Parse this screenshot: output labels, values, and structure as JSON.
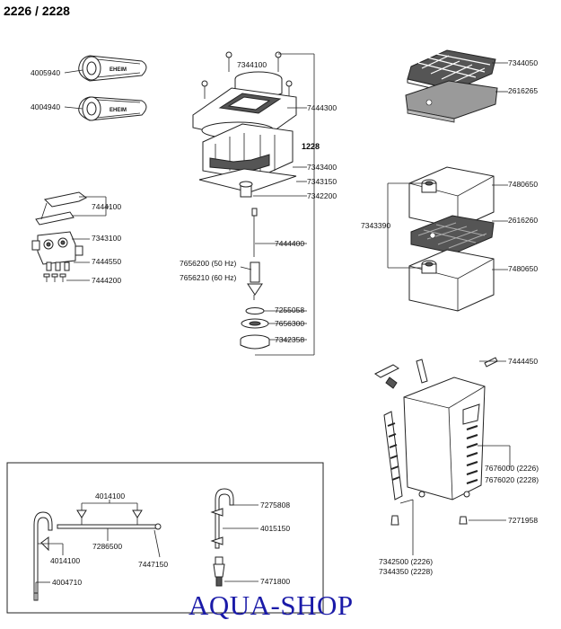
{
  "title": "2226 / 2228",
  "brand": {
    "text": "AQUA-SHOP"
  },
  "parts": {
    "p4005940": "4005940",
    "p4004940": "4004940",
    "p7344100": "7344100",
    "p7444300": "7444300",
    "p1228": "1228",
    "p7343400": "7343400",
    "p7343150": "7343150",
    "p7342200": "7342200",
    "p7444400": "7444400",
    "p7656200": "7656200 (50 Hz)",
    "p7656210": "7656210 (60 Hz)",
    "p7255058": "7255058",
    "p7656300": "7656300",
    "p7342358": "7342358",
    "p7444100": "7444100",
    "p7343100": "7343100",
    "p7444550": "7444550",
    "p7444200": "7444200",
    "p7344050": "7344050",
    "p2616265": "2616265",
    "p7480650a": "7480650",
    "p7343390": "7343390",
    "p2616260": "2616260",
    "p7480650b": "7480650",
    "p7444450": "7444450",
    "p7676000": "7676000 (2226)",
    "p7676020": "7676020 (2228)",
    "p7271958": "7271958",
    "p7342500": "7342500 (2226)",
    "p7344350": "7344350 (2228)",
    "p4014100a": "4014100",
    "p7275808": "7275808",
    "p4015150": "4015150",
    "p7286500": "7286500",
    "p4014100b": "4014100",
    "p7447150": "7447150",
    "p4004710": "4004710",
    "p7471800": "7471800"
  },
  "hose_label": "EHEIM",
  "colors": {
    "brand_blue": "#1a1aa8",
    "line": "#222222",
    "dark_fill": "#555555"
  }
}
